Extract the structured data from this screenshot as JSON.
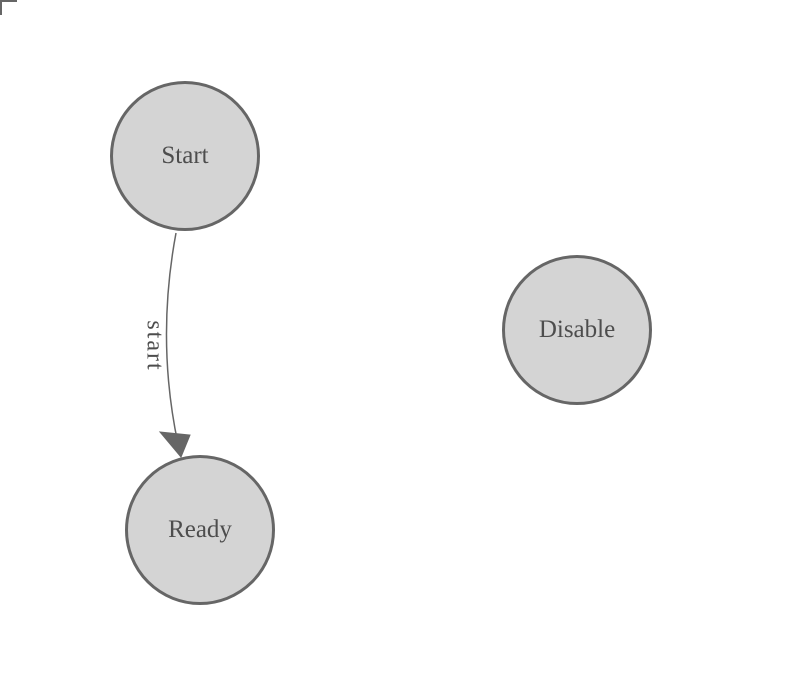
{
  "diagram": {
    "type": "state-machine-graph",
    "nodes": [
      {
        "id": "start",
        "label": "Start"
      },
      {
        "id": "ready",
        "label": "Ready"
      },
      {
        "id": "disable",
        "label": "Disable"
      }
    ],
    "edges": [
      {
        "from": "start",
        "to": "ready",
        "label": "start",
        "arrow": "filled-triangle"
      }
    ],
    "colors": {
      "background": "#ffffff",
      "node_fill": "#d4d4d4",
      "node_border": "#666666",
      "node_text": "#4d4d4d",
      "edge_stroke": "#666666",
      "edge_label_text": "#4d4d4d",
      "corner_mark": "#666666"
    }
  }
}
